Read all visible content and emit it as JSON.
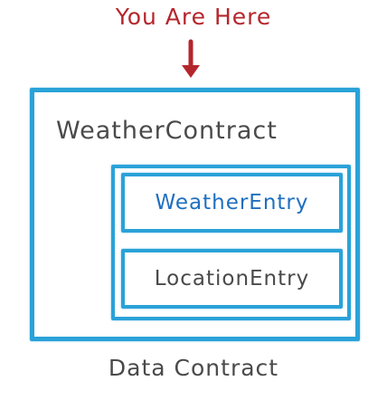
{
  "marker": {
    "label": "You Are Here",
    "color": "#b5262c"
  },
  "data_contract": {
    "title": "WeatherContract",
    "entries": [
      {
        "label": "WeatherEntry"
      },
      {
        "label": "LocationEntry"
      }
    ],
    "caption": "Data Contract"
  },
  "colors": {
    "box_stroke": "#2aa2d8",
    "text_dark": "#4a4a4a",
    "text_blue": "#1f6fbf",
    "marker_red": "#b5262c"
  }
}
